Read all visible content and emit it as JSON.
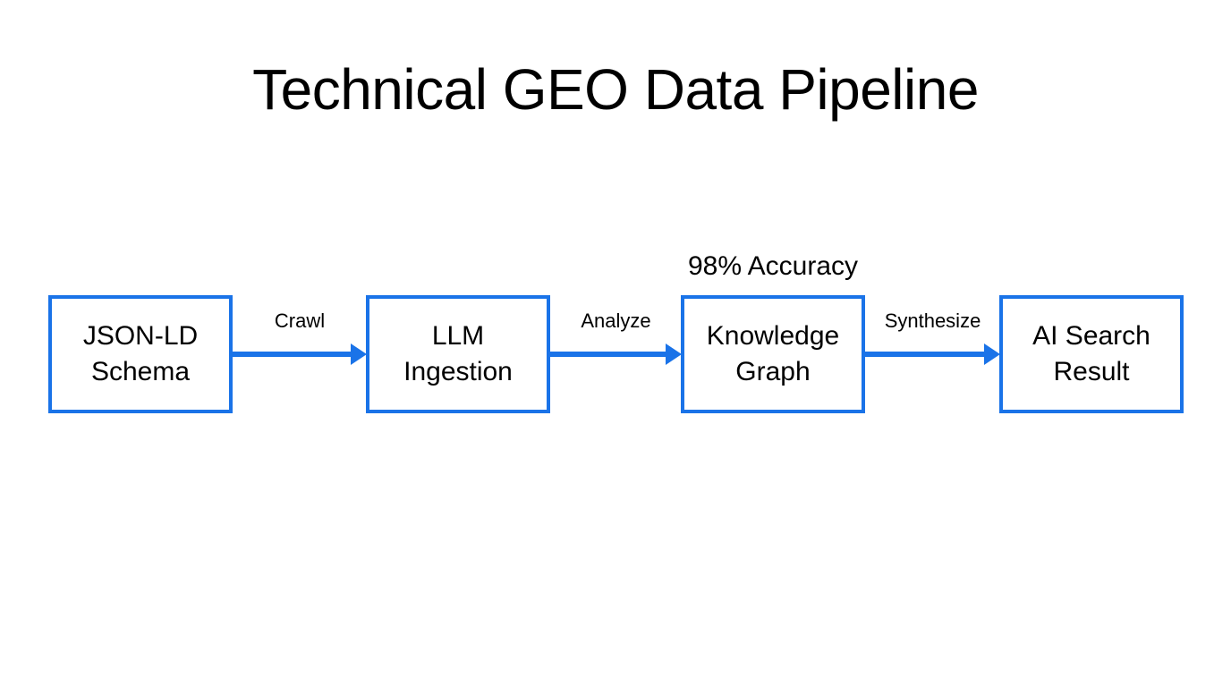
{
  "diagram": {
    "title": "Technical GEO Data Pipeline",
    "background_color": "#ffffff",
    "accent_color": "#1a73e8",
    "text_color": "#000000",
    "type": "flowchart",
    "orientation": "left-to-right",
    "nodes": [
      {
        "id": "json-ld-schema",
        "label": "JSON-LD\nSchema",
        "line1": "JSON-LD",
        "line2": "Schema"
      },
      {
        "id": "llm-ingestion",
        "label": "LLM\nIngestion",
        "line1": "LLM",
        "line2": "Ingestion"
      },
      {
        "id": "knowledge-graph",
        "label": "Knowledge\nGraph",
        "line1": "Knowledge",
        "line2": "Graph"
      },
      {
        "id": "ai-search-result",
        "label": "AI Search\nResult",
        "line1": "AI Search",
        "line2": "Result"
      }
    ],
    "connectors": [
      {
        "id": "crawl",
        "label": "Crawl",
        "from": "json-ld-schema",
        "to": "llm-ingestion"
      },
      {
        "id": "analyze",
        "label": "Analyze",
        "from": "llm-ingestion",
        "to": "knowledge-graph"
      },
      {
        "id": "synthesize",
        "label": "Synthesize",
        "from": "knowledge-graph",
        "to": "ai-search-result"
      }
    ],
    "annotations": [
      {
        "id": "accuracy",
        "label": "98% Accuracy",
        "attached_to": "knowledge-graph",
        "position": "above"
      }
    ]
  }
}
